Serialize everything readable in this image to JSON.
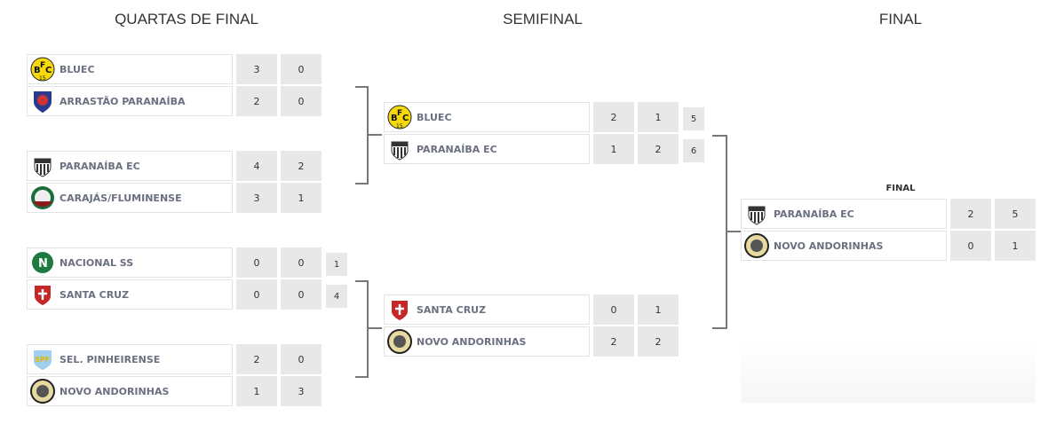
{
  "headers": {
    "quarter": "QUARTAS DE FINAL",
    "semi": "SEMIFINAL",
    "final": "FINAL",
    "final_small": "FINAL"
  },
  "quarterfinals": [
    {
      "teams": [
        {
          "name": "BLUEC",
          "logo": "bluec-logo",
          "s1": "3",
          "s2": "0"
        },
        {
          "name": "ARRASTÃO PARANAÍBA",
          "logo": "arrastao-logo",
          "s1": "2",
          "s2": "0"
        }
      ]
    },
    {
      "teams": [
        {
          "name": "PARANAÍBA EC",
          "logo": "paranaiba-logo",
          "s1": "4",
          "s2": "2"
        },
        {
          "name": "CARAJÁS/FLUMINENSE",
          "logo": "carajas-logo",
          "s1": "3",
          "s2": "1"
        }
      ]
    },
    {
      "teams": [
        {
          "name": "NACIONAL SS",
          "logo": "nacional-logo",
          "s1": "0",
          "s2": "0",
          "pen": "1"
        },
        {
          "name": "SANTA CRUZ",
          "logo": "santacruz-logo",
          "s1": "0",
          "s2": "0",
          "pen": "4"
        }
      ]
    },
    {
      "teams": [
        {
          "name": "SEL. PINHEIRENSE",
          "logo": "pinheirense-logo",
          "s1": "2",
          "s2": "0"
        },
        {
          "name": "NOVO ANDORINHAS",
          "logo": "andorinhas-logo",
          "s1": "1",
          "s2": "3"
        }
      ]
    }
  ],
  "semifinals": [
    {
      "teams": [
        {
          "name": "BLUEC",
          "logo": "bluec-logo",
          "s1": "2",
          "s2": "1",
          "pen": "5"
        },
        {
          "name": "PARANAÍBA EC",
          "logo": "paranaiba-logo",
          "s1": "1",
          "s2": "2",
          "pen": "6"
        }
      ]
    },
    {
      "teams": [
        {
          "name": "SANTA CRUZ",
          "logo": "santacruz-logo",
          "s1": "0",
          "s2": "1"
        },
        {
          "name": "NOVO ANDORINHAS",
          "logo": "andorinhas-logo",
          "s1": "2",
          "s2": "2"
        }
      ]
    }
  ],
  "final": [
    {
      "teams": [
        {
          "name": "PARANAÍBA EC",
          "logo": "paranaiba-logo",
          "s1": "2",
          "s2": "5"
        },
        {
          "name": "NOVO ANDORINHAS",
          "logo": "andorinhas-logo",
          "s1": "0",
          "s2": "1"
        }
      ]
    }
  ]
}
